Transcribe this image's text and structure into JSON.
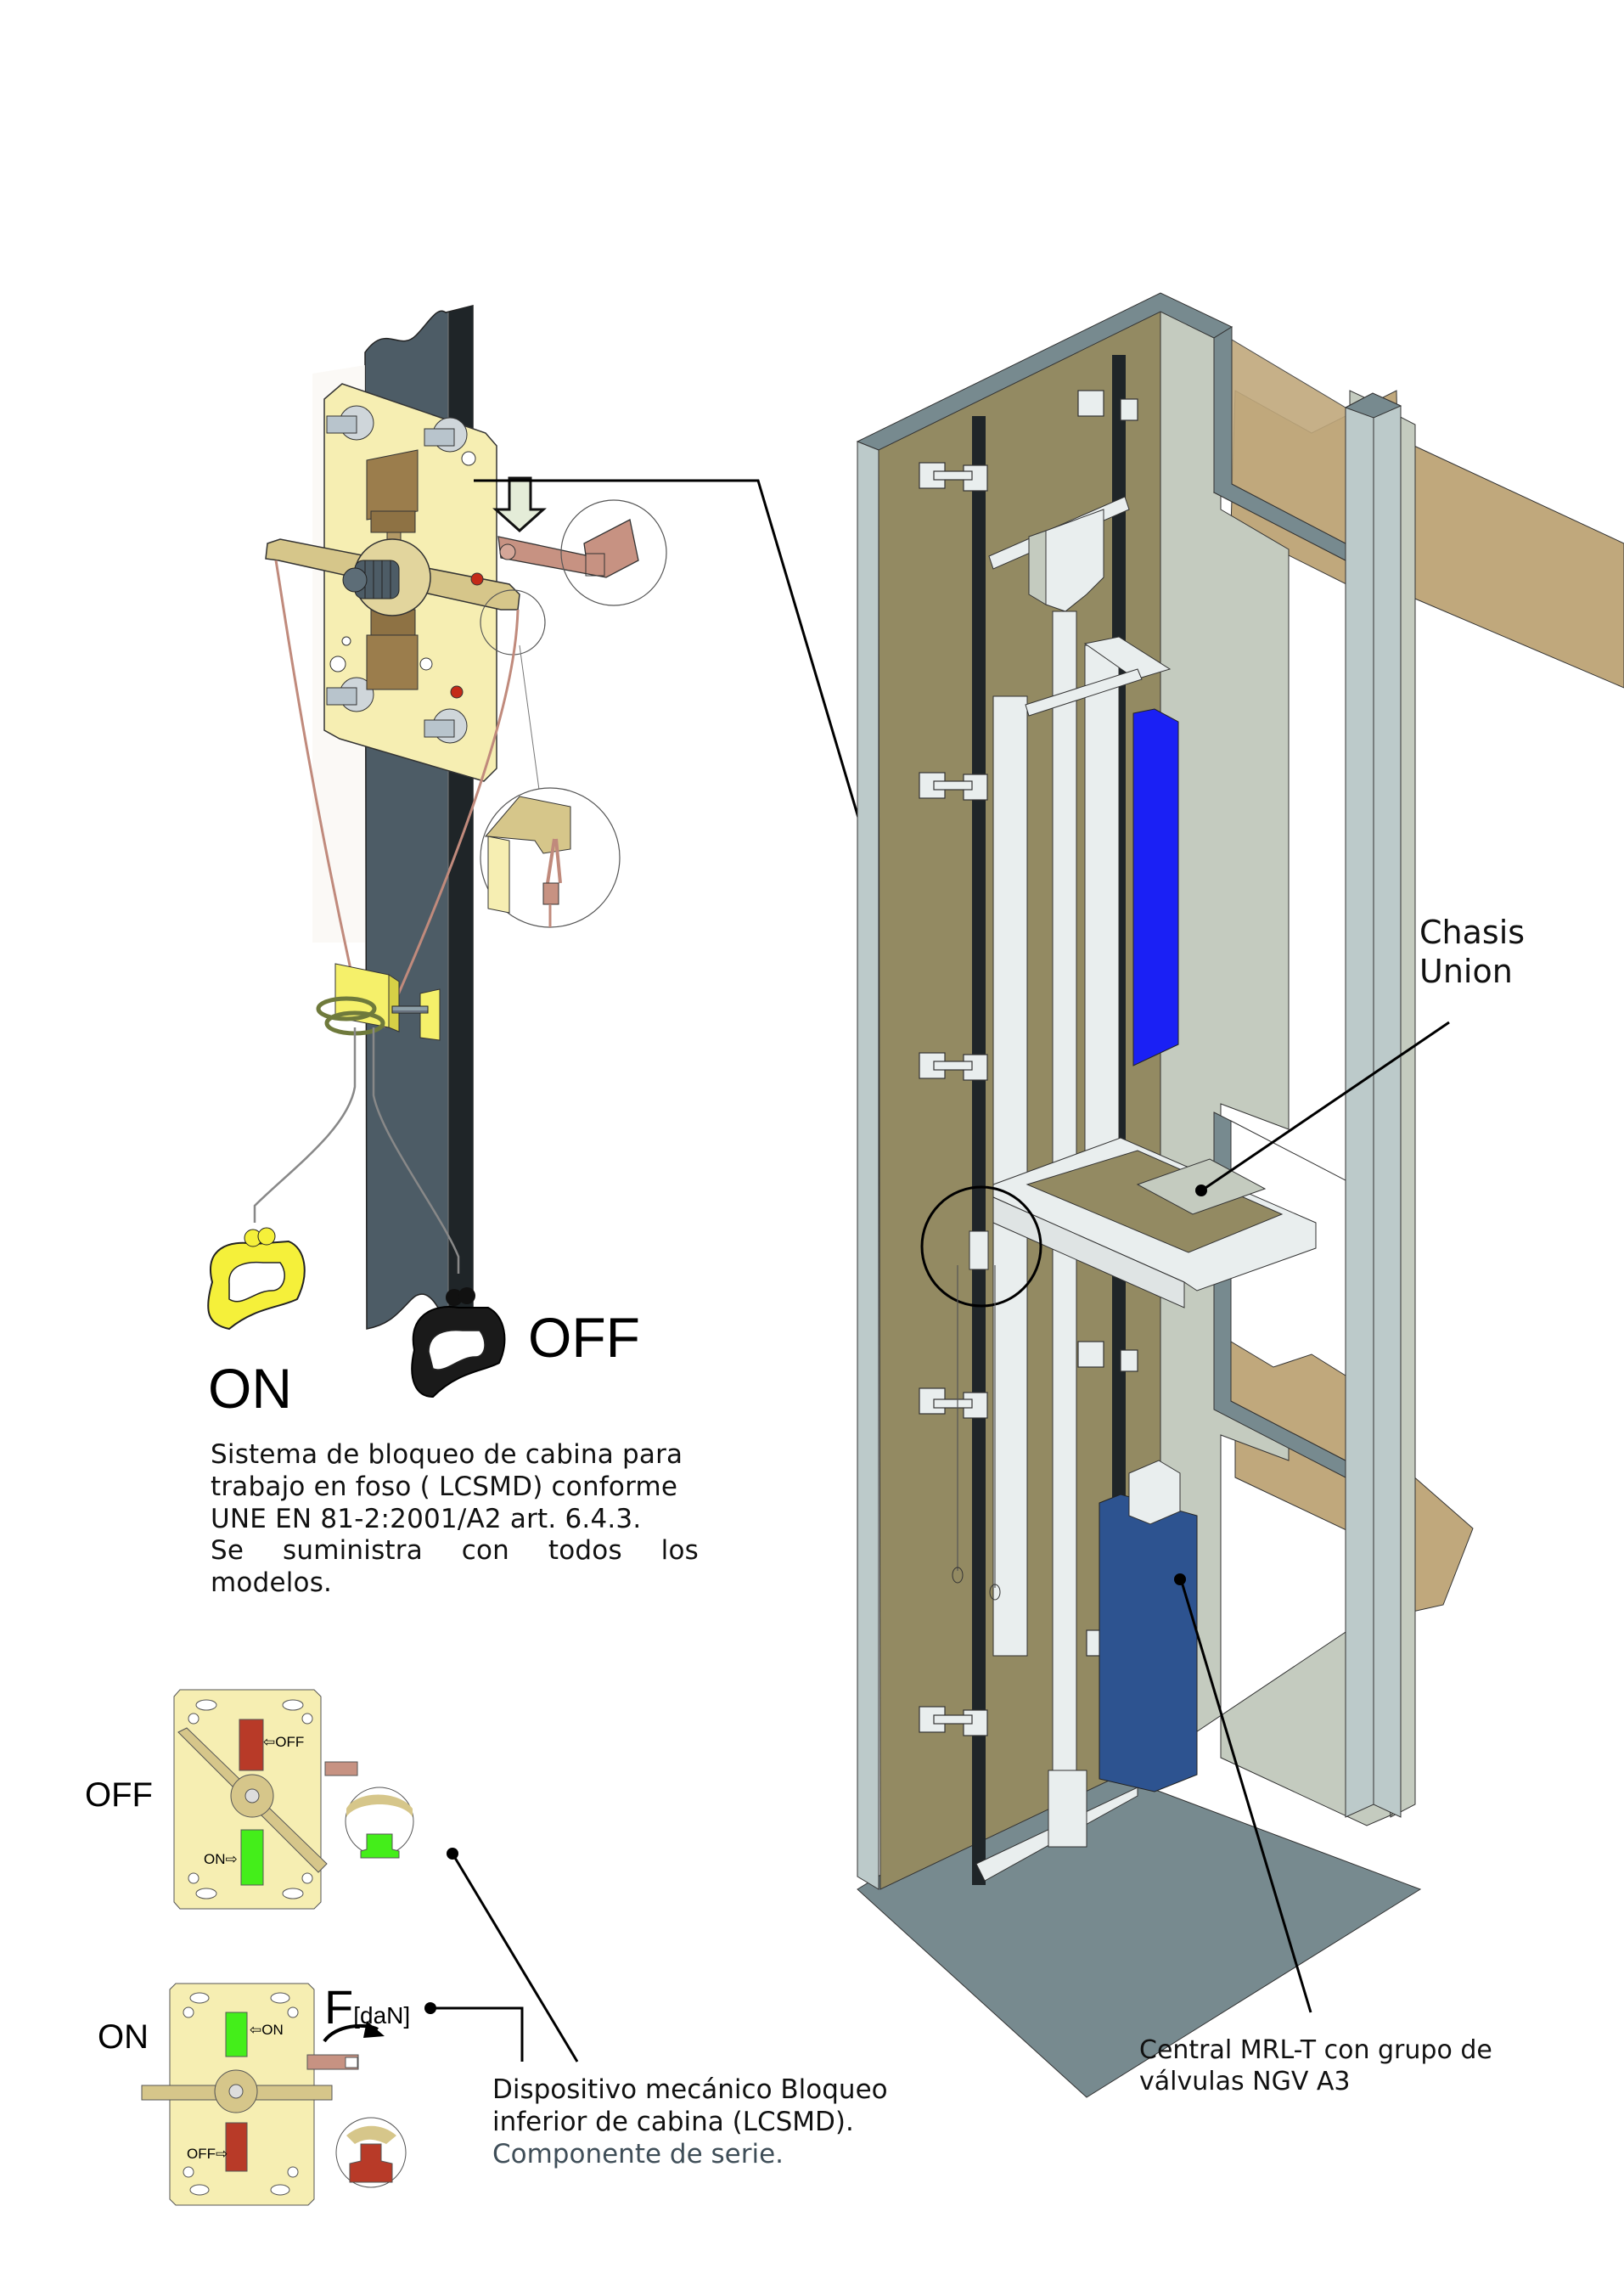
{
  "labels": {
    "on_handle": "ON",
    "off_handle": "OFF",
    "system_description": [
      "Sistema de bloqueo de cabina para",
      "trabajo en foso ( LCSMD) conforme",
      "UNE EN 81-2:2001/A2 art. 6.4.3.",
      "Se suministra con todos los modelos."
    ],
    "chassis_union": [
      "Chasis",
      "Union"
    ],
    "central_unit": [
      "Central MRL-T con grupo de",
      "válvulas NGV A3"
    ],
    "device_description": [
      "Dispositivo mecánico Bloqueo",
      "inferior de cabina (LCSMD).",
      "Componente de serie."
    ],
    "off_state": "OFF",
    "on_state": "ON",
    "force_symbol": "F",
    "force_unit": "[daN]",
    "switch_tags": {
      "off_top": "⇦OFF",
      "on_bottom": "ON⇨",
      "on_top": "⇦ON",
      "off_bottom": "OFF⇨"
    }
  },
  "colors": {
    "plate": "#f6eeb2",
    "switch_brown": "#9b7d4c",
    "rail_dark": "#4d5c66",
    "rail_black": "#1f2528",
    "shaft_back_wall": "#938a62",
    "shaft_side_wall": "#c4cbbf",
    "wall_edge": "#778a8f",
    "wall_face": "#bccaca",
    "earth": "#c0a87c",
    "floor": "#778a8f",
    "tank_bright_blue": "#1a20f5",
    "tank_steel_blue": "#2d5390",
    "switch_green": "#44ee1a",
    "switch_red": "#b83a28",
    "handle_yellow": "#f5f03a",
    "bracket_copper": "#c79282",
    "frame_white": "#e9eeee"
  }
}
